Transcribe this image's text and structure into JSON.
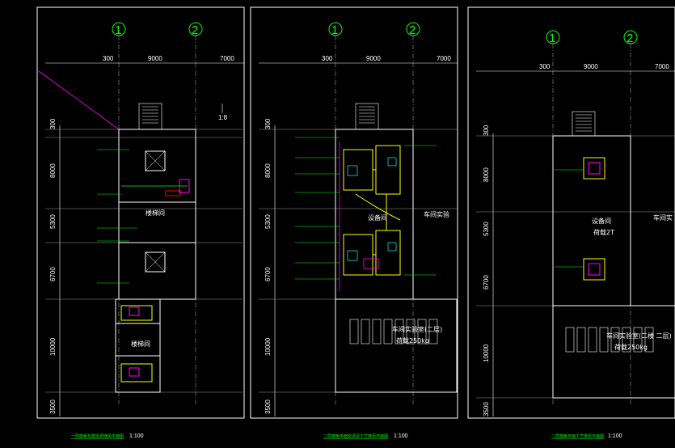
{
  "axes": [
    "1",
    "2"
  ],
  "dims_h": [
    "300",
    "9000",
    "7000"
  ],
  "dims_v": [
    "300",
    "8000",
    "5300",
    "6700",
    "10000",
    "3500"
  ],
  "rooms": {
    "stair": "楼梯间",
    "equipment": "设备间",
    "equipment_load": "荷载2T",
    "workshop": "车间实验室(二层)",
    "workshop_short": "车间实验",
    "workshop_load": "荷载250kg",
    "workshop3": "车间实验室(二楼 二层)",
    "side": "车间实"
  },
  "annotation_ratio": "1:8",
  "panels": [
    {
      "caption": "一层楼板及其空调通风平面图",
      "scale": "1:100"
    },
    {
      "caption": "二层楼板平面空调及工艺排风平面图",
      "scale": "1:100"
    },
    {
      "caption": "二层楼板平面工艺排风平面图",
      "scale": "1:100"
    }
  ],
  "colors": {
    "background": "#000000",
    "frame": "#ffffff",
    "axis": "#00ff00",
    "grid": "#9a9a9a",
    "duct": "#ffff00",
    "pipe": "#ff00ff",
    "equipment": "#ff0000",
    "annotation": "#00ff00"
  }
}
